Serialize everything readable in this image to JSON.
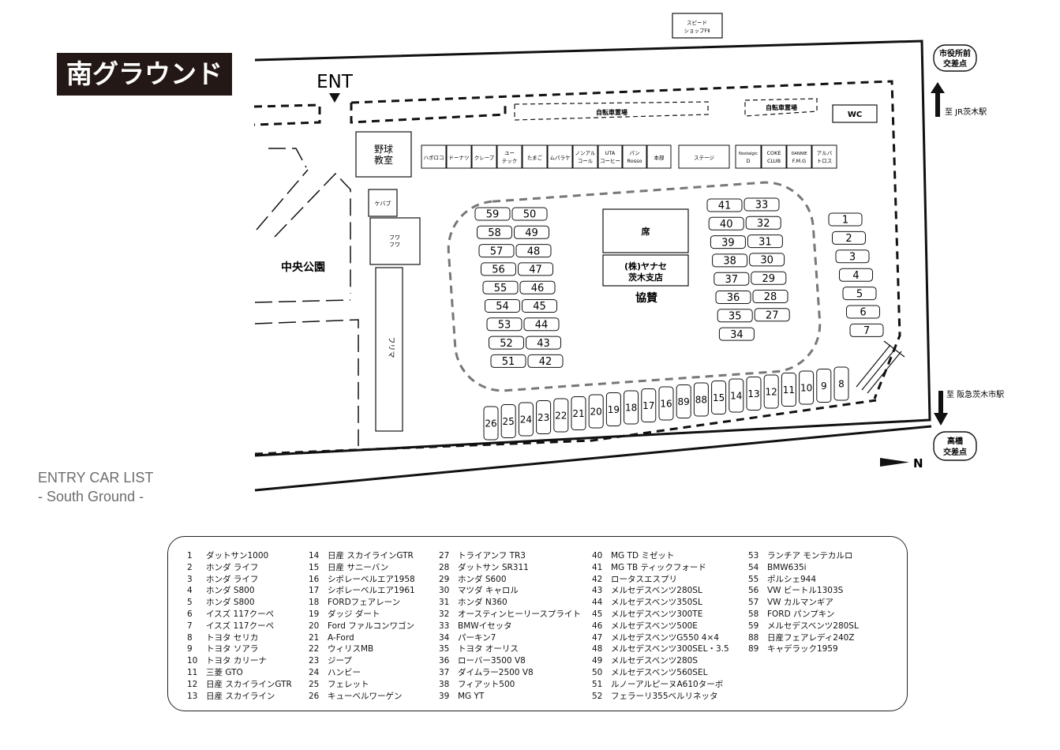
{
  "title": "南グラウンド",
  "entry_title": "ENTRY CAR LIST",
  "entry_subtitle": "- South Ground -",
  "labels": {
    "ent": "ENT",
    "chuo_koen": "中央公園",
    "kyousan": "協賛",
    "seki": "席",
    "yanase_1": "(株)ヤナセ",
    "yanase_2": "茨木支店",
    "yakyu_1": "野球",
    "yakyu_2": "教室",
    "kebabu": "ケバブ",
    "fuwafuwa_1": "フワ",
    "fuwafuwa_2": "フワ",
    "furima": "フリマ",
    "bicycle_1": "自転車置場",
    "bicycle_2": "自転車置場",
    "wc": "WC",
    "speed_1": "スピード",
    "speed_2": "ショップFⅡ",
    "shiyakusho_1": "市役所前",
    "shiyakusho_2": "交差点",
    "takahashi_1": "高橋",
    "takahashi_2": "交差点",
    "to_jr": "至 JR茨木駅",
    "to_hankyu": "至 阪急茨木市駅",
    "north": "N"
  },
  "shops": [
    [
      "ハポロコ"
    ],
    [
      "ドーナツ"
    ],
    [
      "クレープ"
    ],
    [
      "ユー",
      "テック"
    ],
    [
      "たまご"
    ],
    [
      "ムパラケ"
    ],
    [
      "ノンアル",
      "コール"
    ],
    [
      "UTA",
      "コーヒー"
    ],
    [
      "パン",
      "Rosso"
    ],
    [
      "本部"
    ],
    [
      "ステージ"
    ],
    [
      "Nostalgic",
      "D"
    ],
    [
      "COKE",
      "CLUB"
    ],
    [
      "DANNIE",
      "F.M.G"
    ],
    [
      "アルバ",
      "トロス"
    ]
  ],
  "spots": {
    "left_col_a": [
      "59",
      "58",
      "57",
      "56",
      "55",
      "54",
      "53",
      "52",
      "51"
    ],
    "left_col_b": [
      "50",
      "49",
      "48",
      "47",
      "46",
      "45",
      "44",
      "43",
      "42"
    ],
    "right_col_a": [
      "41",
      "40",
      "39",
      "38",
      "37",
      "36",
      "35",
      "34"
    ],
    "right_col_b": [
      "33",
      "32",
      "31",
      "30",
      "29",
      "28",
      "27"
    ],
    "side": [
      "1",
      "2",
      "3",
      "4",
      "5",
      "6",
      "7"
    ],
    "bottom": [
      "26",
      "25",
      "24",
      "23",
      "22",
      "21",
      "20",
      "19",
      "18",
      "17",
      "16",
      "89",
      "88",
      "15",
      "14",
      "13",
      "12",
      "11",
      "10",
      "9",
      "8"
    ]
  },
  "entry_list": [
    [
      [
        "1",
        "ダットサン1000"
      ],
      [
        "2",
        "ホンダ ライフ"
      ],
      [
        "3",
        "ホンダ ライフ"
      ],
      [
        "4",
        "ホンダ S800"
      ],
      [
        "5",
        "ホンダ S800"
      ],
      [
        "6",
        "イスズ 117クーペ"
      ],
      [
        "7",
        "イスズ 117クーペ"
      ],
      [
        "8",
        "トヨタ セリカ"
      ],
      [
        "9",
        "トヨタ ソアラ"
      ],
      [
        "10",
        "トヨタ カリーナ"
      ],
      [
        "11",
        "三菱 GTO"
      ],
      [
        "12",
        "日産 スカイラインGTR"
      ],
      [
        "13",
        "日産 スカイライン"
      ]
    ],
    [
      [
        "14",
        "日産 スカイラインGTR"
      ],
      [
        "15",
        "日産 サニーバン"
      ],
      [
        "16",
        "シボレーベルエア1958"
      ],
      [
        "17",
        "シボレーベルエア1961"
      ],
      [
        "18",
        "FORDフェアレーン"
      ],
      [
        "19",
        "ダッジ ダート"
      ],
      [
        "20",
        "Ford ファルコンワゴン"
      ],
      [
        "21",
        "A-Ford"
      ],
      [
        "22",
        "ウィリスMB"
      ],
      [
        "23",
        "ジープ"
      ],
      [
        "24",
        "ハンビー"
      ],
      [
        "25",
        "フェレット"
      ],
      [
        "26",
        "キューベルワーゲン"
      ]
    ],
    [
      [
        "27",
        "トライアンフ TR3"
      ],
      [
        "28",
        "ダットサン SR311"
      ],
      [
        "29",
        "ホンダ S600"
      ],
      [
        "30",
        "マツダ キャロル"
      ],
      [
        "31",
        "ホンダ N360"
      ],
      [
        "32",
        "オースティンヒーリースプライト"
      ],
      [
        "33",
        "BMWイセッタ"
      ],
      [
        "34",
        "パーキン7"
      ],
      [
        "35",
        "トヨタ オーリス"
      ],
      [
        "36",
        "ローバー3500 V8"
      ],
      [
        "37",
        "ダイムラー2500 V8"
      ],
      [
        "38",
        "フィアット500"
      ],
      [
        "39",
        "MG YT"
      ]
    ],
    [
      [
        "40",
        "MG TD ミゼット"
      ],
      [
        "41",
        "MG TB ティックフォード"
      ],
      [
        "42",
        "ロータスエスプリ"
      ],
      [
        "43",
        "メルセデスベンツ280SL"
      ],
      [
        "44",
        "メルセデスベンツ350SL"
      ],
      [
        "45",
        "メルセデスベンツ300TE"
      ],
      [
        "46",
        "メルセデスベンツ500E"
      ],
      [
        "47",
        "メルセデスベンツG550 4×4"
      ],
      [
        "48",
        "メルセデスベンツ300SEL・3.5"
      ],
      [
        "49",
        "メルセデスベンツ280S"
      ],
      [
        "50",
        "メルセデスベンツ560SEL"
      ],
      [
        "51",
        "ルノーアルピーヌA610ターボ"
      ],
      [
        "52",
        "フェラーリ355ベルリネッタ"
      ]
    ],
    [
      [
        "53",
        "ランチア モンテカルロ"
      ],
      [
        "54",
        "BMW635i"
      ],
      [
        "55",
        "ポルシェ944"
      ],
      [
        "56",
        "VW ビートル1303S"
      ],
      [
        "57",
        "VW カルマンギア"
      ],
      [
        "58",
        "FORD パンプキン"
      ],
      [
        "59",
        "メルセデスベンツ280SL"
      ],
      [
        "88",
        "日産フェアレディ240Z"
      ],
      [
        "89",
        "キャデラック1959"
      ]
    ]
  ]
}
